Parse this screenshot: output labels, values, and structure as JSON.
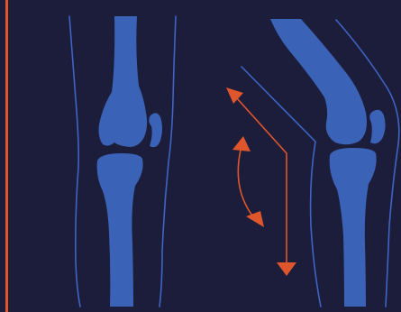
{
  "colors": {
    "background": "#1c1d3a",
    "bone": "#3a62b6",
    "outline": "#3e64c4",
    "accent": "#e0562c"
  },
  "figure": {
    "description_label": "",
    "panels": [
      {
        "id": "extended-leg",
        "pose": "straight"
      },
      {
        "id": "flexed-leg",
        "pose": "bent"
      }
    ],
    "arrows": [
      {
        "id": "angle-arrow",
        "kind": "diagonal-to-vertical"
      },
      {
        "id": "arc-arrow",
        "kind": "curved-double-headed"
      }
    ]
  }
}
